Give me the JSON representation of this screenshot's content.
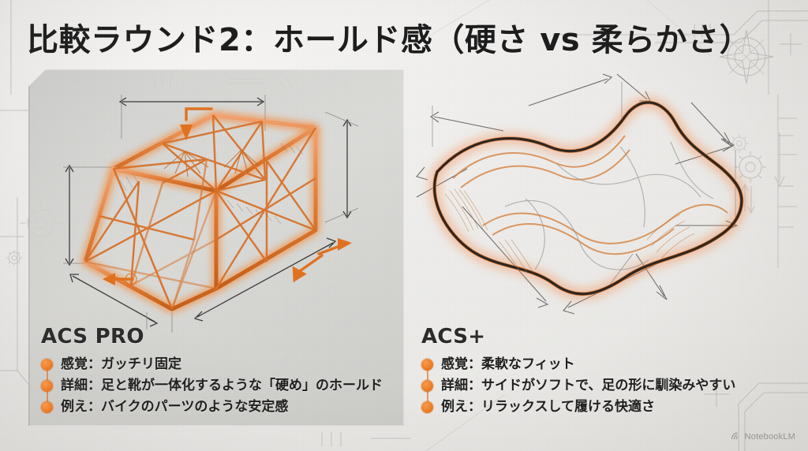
{
  "slide": {
    "title": "比較ラウンド2：ホールド感（硬さ vs 柔らかさ）",
    "background_color": "#efeeec",
    "accent_color": "#ec7b23",
    "text_color": "#1e1e1e"
  },
  "left": {
    "heading": "ACS PRO",
    "illustration_name": "rigid-lattice-truss-wedge",
    "bullets": [
      "感覚：ガッチリ固定",
      "詳細：足と靴が一体化するような「硬め」のホールド",
      "例え：バイクのパーツのような安定感"
    ]
  },
  "right": {
    "heading": "ACS+",
    "illustration_name": "soft-wavy-cushion-form",
    "bullets": [
      "感覚：柔軟なフィット",
      "詳細：サイドがソフトで、足の形に馴染みやすい",
      "例え：リラックスして履ける快適さ"
    ]
  },
  "watermark": {
    "label": "NotebookLM"
  }
}
